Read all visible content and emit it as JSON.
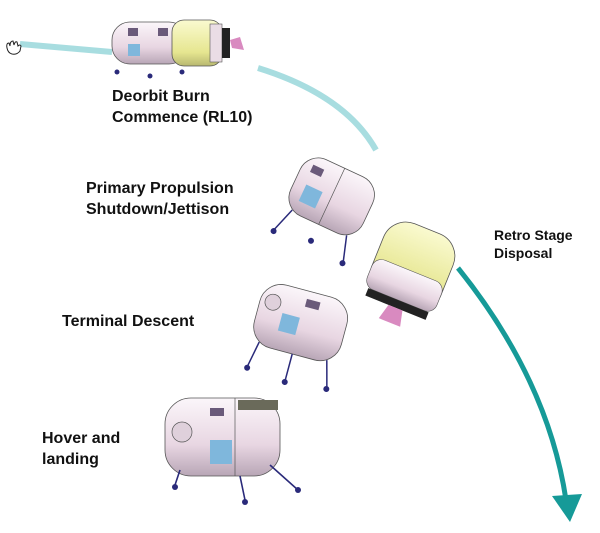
{
  "labels": {
    "deorbit": [
      "Deorbit Burn",
      "Commence (RL10)"
    ],
    "shutdown": [
      "Primary Propulsion",
      "Shutdown/Jettison"
    ],
    "retro": [
      "Retro Stage",
      "Disposal"
    ],
    "terminal": "Terminal Descent",
    "hover": [
      "Hover and",
      "landing"
    ]
  },
  "icons": {
    "cursor": "hand-cursor-icon"
  },
  "colors": {
    "trajectory": "#a8dde0",
    "retro_path": "#169a98",
    "hull": "#efe2ea",
    "tank": "#eeeea0",
    "window": "#7fb7dc",
    "leg": "#2a2a7a"
  }
}
